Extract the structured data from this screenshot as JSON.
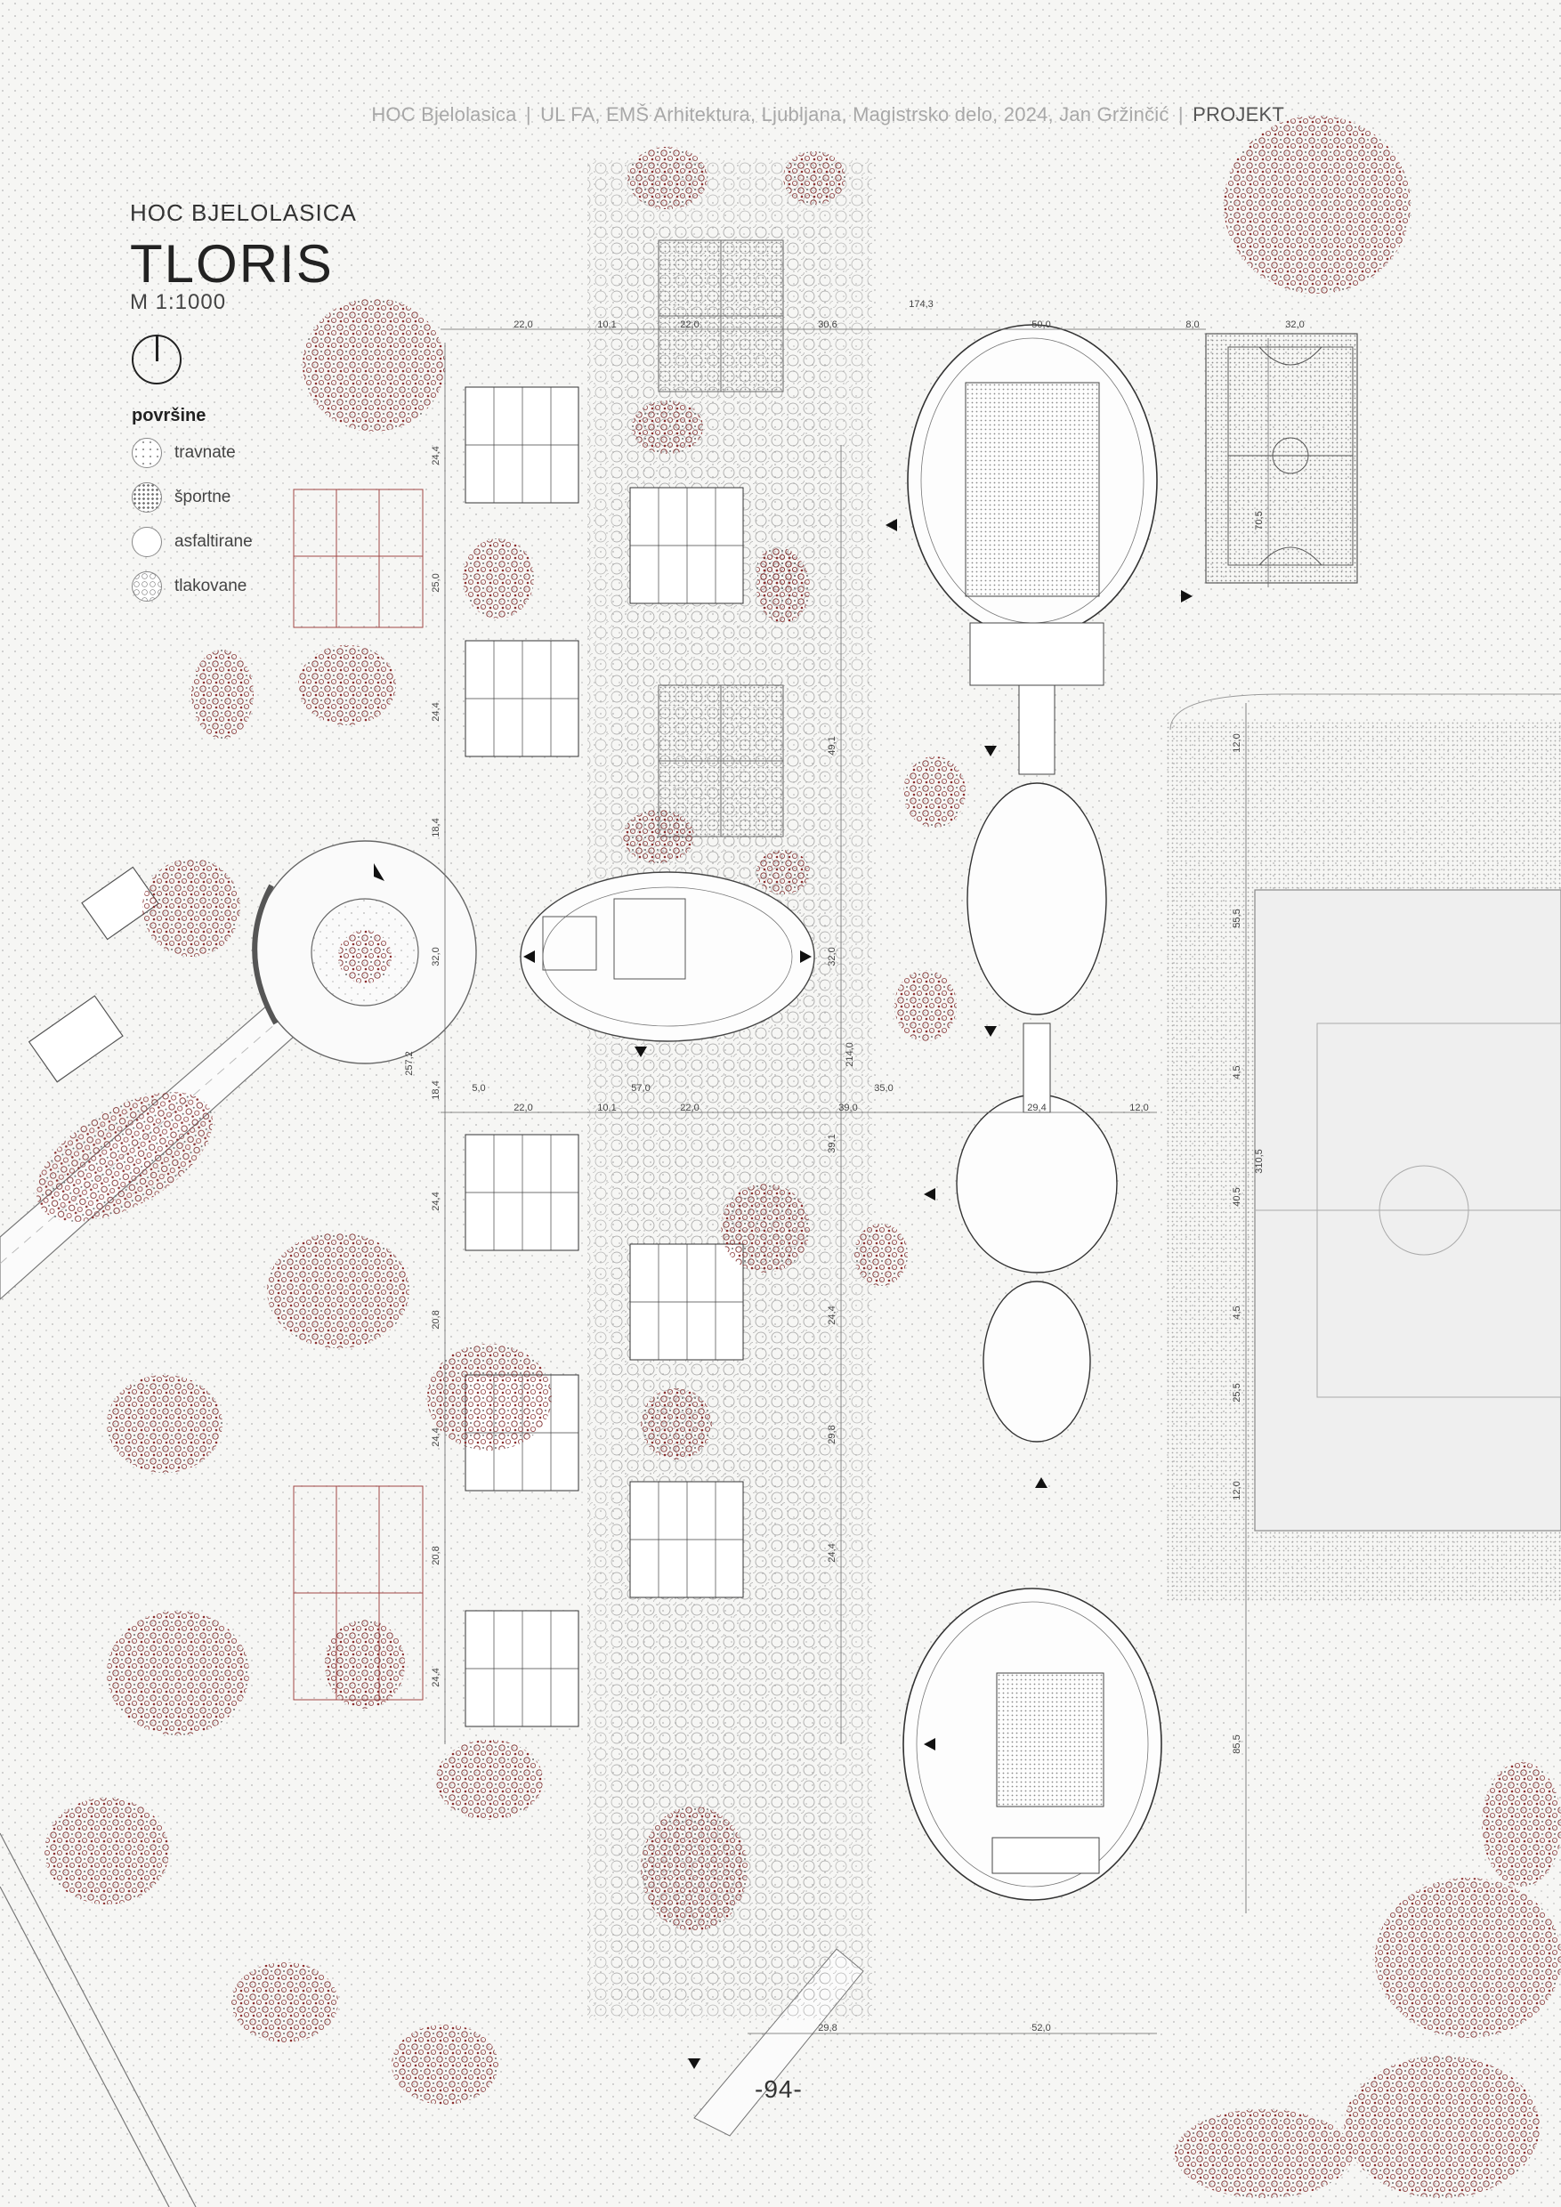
{
  "header": {
    "segments": [
      "HOC Bjelolasica",
      "UL FA, EMŠ Arhitektura, Ljubljana, Magistrsko delo, 2024, Jan Gržinčić"
    ],
    "section": "PROJEKT",
    "separator": "|"
  },
  "title_block": {
    "project": "HOC BJELOLASICA",
    "sheet": "TLORIS",
    "scale": "M 1:1000"
  },
  "legend": {
    "title": "površine",
    "items": [
      {
        "label": "travnate",
        "pattern": "grass"
      },
      {
        "label": "športne",
        "pattern": "sport"
      },
      {
        "label": "asfaltirane",
        "pattern": "asphalt"
      },
      {
        "label": "tlakovane",
        "pattern": "paved"
      }
    ]
  },
  "dimensions": {
    "top": [
      "22,0",
      "10,1",
      "22,0",
      "30,6",
      "174,3",
      "50,0",
      "8,0",
      "32,0"
    ],
    "mid": [
      "5,0",
      "22,0",
      "10,1",
      "22,0",
      "57,0",
      "39,0",
      "35,0",
      "29,4",
      "12,0"
    ],
    "bottom": [
      "29,8",
      "52,0"
    ],
    "left_vertical": [
      "24,4",
      "25,0",
      "24,4",
      "18,4",
      "32,0",
      "257,2",
      "18,4",
      "24,4",
      "20,8",
      "24,4",
      "20,8",
      "24,4"
    ],
    "center_vertical": [
      "49,1",
      "32,0",
      "214,0",
      "39,1",
      "24,4",
      "29,8",
      "24,4"
    ],
    "right_vertical": [
      "70,5",
      "12,0",
      "55,5",
      "4,5",
      "40,5",
      "310,5",
      "4,5",
      "25,5",
      "12,0",
      "85,5"
    ]
  },
  "colors": {
    "background": "#f6f6f4",
    "trees": "#8b2c2c",
    "lines": "#555555"
  },
  "page_number": "-94-"
}
